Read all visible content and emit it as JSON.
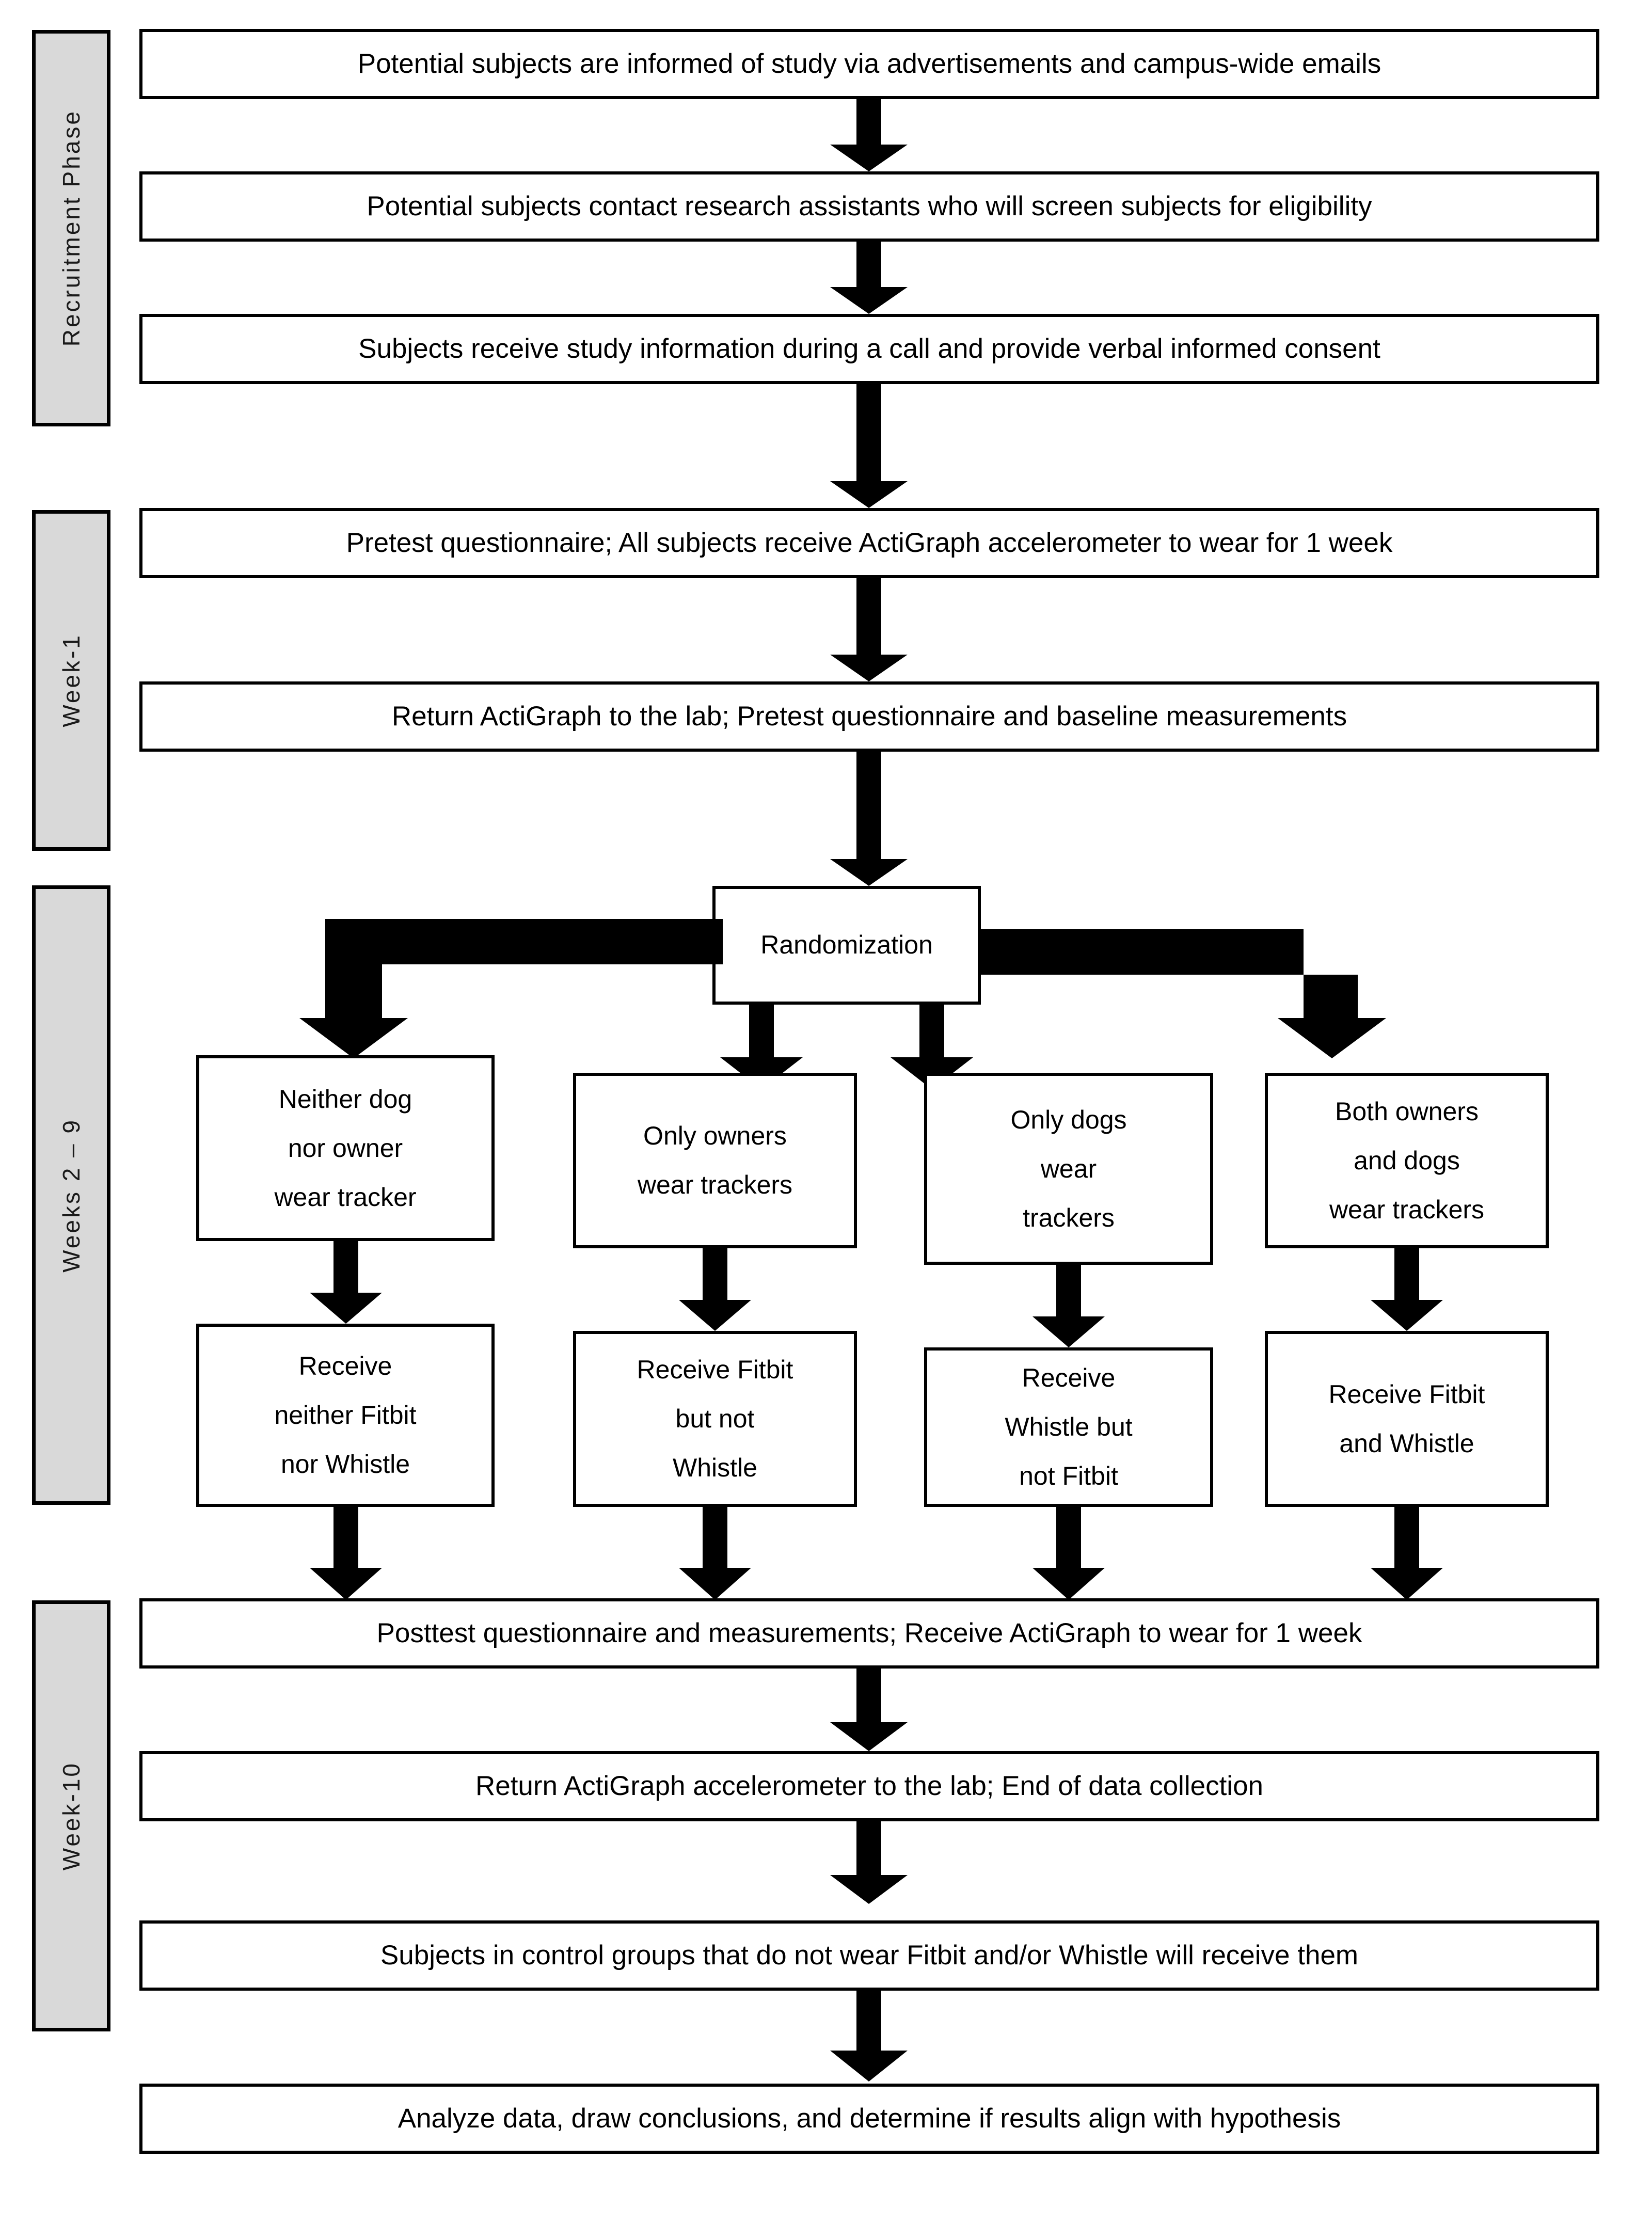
{
  "figure": {
    "type": "flowchart",
    "title": "Study protocol flow diagram",
    "orientation": "top-to-bottom",
    "colors": {
      "lane_fill": "#d9d9d9",
      "node_fill": "#ffffff",
      "stroke": "#000000",
      "text": "#000000"
    }
  },
  "phases": [
    {
      "id": "recruitment",
      "label": "Recruitment Phase"
    },
    {
      "id": "week1",
      "label": "Week-1"
    },
    {
      "id": "weeks2to9",
      "label": "Weeks 2 – 9"
    },
    {
      "id": "week10",
      "label": "Week-10"
    }
  ],
  "nodes": {
    "recruit_1": "Potential subjects are informed of study via advertisements and campus-wide emails",
    "recruit_2": "Potential subjects contact research assistants who will screen subjects for eligibility",
    "recruit_3": "Subjects receive study information during a call and provide verbal informed consent",
    "week1_1": "Pretest questionnaire; All subjects receive ActiGraph accelerometer to wear for 1 week",
    "week1_2": "Return ActiGraph to the lab; Pretest questionnaire and baseline measurements",
    "randomization": "Randomization",
    "arms": [
      {
        "id": "arm-1",
        "assignment_lines": [
          "Neither dog",
          "nor owner",
          "wear tracker"
        ],
        "device_lines": [
          "Receive",
          "neither Fitbit",
          "nor Whistle"
        ]
      },
      {
        "id": "arm-2",
        "assignment_lines": [
          "Only owners",
          "wear trackers"
        ],
        "device_lines": [
          "Receive Fitbit",
          "but not",
          "Whistle"
        ]
      },
      {
        "id": "arm-3",
        "assignment_lines": [
          "Only dogs",
          "wear",
          "trackers"
        ],
        "device_lines": [
          "Receive",
          "Whistle but",
          "not Fitbit"
        ]
      },
      {
        "id": "arm-4",
        "assignment_lines": [
          "Both owners",
          "and dogs",
          "wear trackers"
        ],
        "device_lines": [
          "Receive Fitbit",
          "and Whistle"
        ]
      }
    ],
    "week10_1": "Posttest questionnaire and measurements; Receive ActiGraph to wear for 1 week",
    "week10_2": "Return ActiGraph accelerometer to the lab; End of data collection",
    "week10_3": "Subjects in control groups that do not wear Fitbit and/or Whistle will receive them",
    "week10_4": "Analyze data, draw conclusions, and determine if results align with hypothesis"
  }
}
